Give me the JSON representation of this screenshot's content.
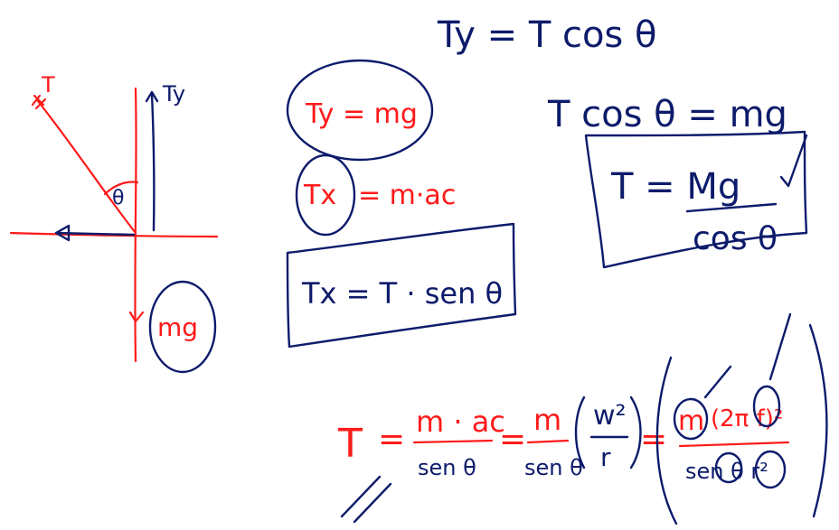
{
  "colors": {
    "red_ink": "#ff1a1a",
    "blue_ink": "#0d1b6b",
    "background": "#ffffff"
  },
  "free_body": {
    "tension_label": "T",
    "ty_label": "Ty",
    "angle_label": "θ",
    "weight_label": "mg"
  },
  "equations": {
    "ty_def": "Ty = T cos θ",
    "ty_eq_mg": "Ty = mg",
    "tx_eq": "Tx",
    "tx_rhs": "= m·ac",
    "tx_sin": "Tx = T · sen θ",
    "tcos_mg": "T cos θ = mg",
    "t_boxed_num": "T = Mg",
    "t_boxed_den": "cos θ",
    "final_T": "T",
    "final_eq1": "=",
    "final_num1": "m · ac",
    "final_den1": "sen θ",
    "final_eq2": "=",
    "final_num2": "m",
    "final_den2": "sen θ",
    "final_frac_num": "w²",
    "final_frac_den": "r",
    "final_eq3": "=",
    "final_num3_m": "m",
    "final_num3_rest": "(2π f)²",
    "final_den3": "sen θ  r²"
  }
}
